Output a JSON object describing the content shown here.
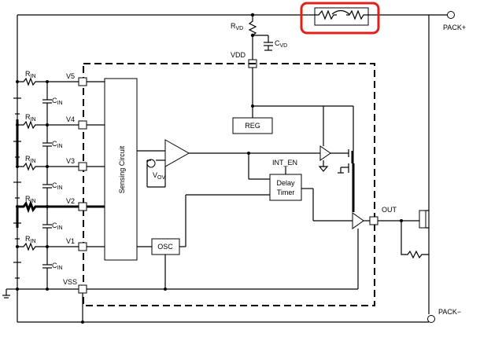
{
  "labels": {
    "pack_plus": "PACK+",
    "pack_minus": "PACK−",
    "rvd": {
      "main": "R",
      "sub": "VD"
    },
    "cvd": {
      "main": "C",
      "sub": "VD"
    },
    "vdd": "VDD",
    "reg": "REG",
    "sensing": "Sensing Circuit",
    "vov": {
      "main": "V",
      "sub": "OV"
    },
    "int_en": "INT_EN",
    "delay_timer_1": "Delay",
    "delay_timer_2": "Timer",
    "osc": "OSC",
    "out": "OUT",
    "vss": "VSS",
    "pins": [
      "V5",
      "V4",
      "V3",
      "V2",
      "V1"
    ],
    "rin": {
      "main": "R",
      "sub": "IN"
    },
    "cin": {
      "main": "C",
      "sub": "IN"
    }
  },
  "highlight_color": "#e0201b"
}
